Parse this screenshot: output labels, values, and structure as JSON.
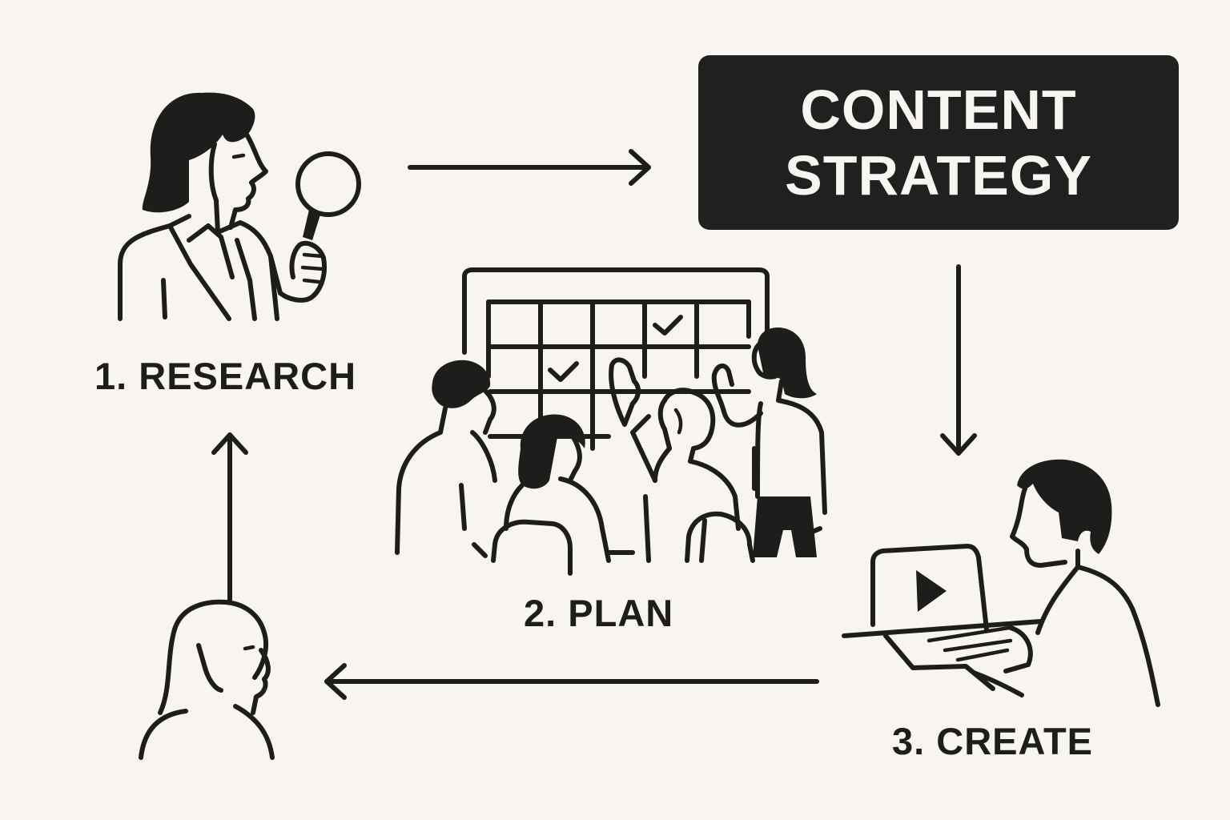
{
  "title": {
    "line1": "CONTENT",
    "line2": "STRATEGY"
  },
  "steps": [
    {
      "label": "1. RESEARCH"
    },
    {
      "label": "2. PLAN"
    },
    {
      "label": "3. CREATE"
    }
  ],
  "colors": {
    "background": "#f8f5f0",
    "ink": "#1d1d1b",
    "title_box": "#1f2120",
    "title_text": "#f8f5f0"
  }
}
